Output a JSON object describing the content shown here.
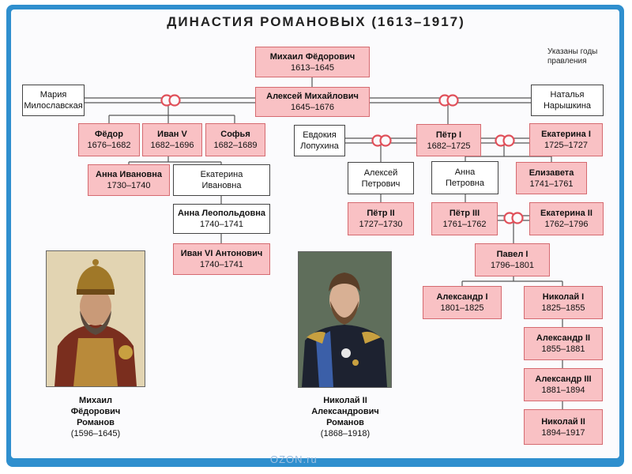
{
  "title": "ДИНАСТИЯ РОМАНОВЫХ (1613–1917)",
  "note": [
    "Указаны годы",
    "правления"
  ],
  "people": {
    "mikhail": {
      "name": "Михаил Фёдорович",
      "years": "1613–1645"
    },
    "alexei": {
      "name": "Алексей Михайлович",
      "years": "1645–1676"
    },
    "maria": {
      "name": "Мария",
      "name2": "Милославская"
    },
    "natalya": {
      "name": "Наталья",
      "name2": "Нарышкина"
    },
    "fedor": {
      "name": "Фёдор",
      "years": "1676–1682"
    },
    "ivan5": {
      "name": "Иван V",
      "years": "1682–1696"
    },
    "sofya": {
      "name": "Софья",
      "years": "1682–1689"
    },
    "evdokiya": {
      "name": "Евдокия",
      "name2": "Лопухина"
    },
    "petr1": {
      "name": "Пётр I",
      "years": "1682–1725"
    },
    "ekaterina1": {
      "name": "Екатерина I",
      "years": "1725–1727"
    },
    "anna_ivanovna": {
      "name": "Анна Ивановна",
      "years": "1730–1740"
    },
    "ekaterina_ivanovna": {
      "name": "Екатерина",
      "name2": "Ивановна"
    },
    "alexei_petrovich": {
      "name": "Алексей",
      "name2": "Петрович"
    },
    "anna_petrovna": {
      "name": "Анна",
      "name2": "Петровна"
    },
    "elizaveta": {
      "name": "Елизавета",
      "years": "1741–1761"
    },
    "anna_leopoldovna": {
      "name": "Анна Леопольдовна",
      "years": "1740–1741"
    },
    "petr2": {
      "name": "Пётр II",
      "years": "1727–1730"
    },
    "petr3": {
      "name": "Пётр III",
      "years": "1761–1762"
    },
    "ekaterina2": {
      "name": "Екатерина II",
      "years": "1762–1796"
    },
    "ivan6": {
      "name": "Иван VI Антонович",
      "years": "1740–1741"
    },
    "pavel1": {
      "name": "Павел I",
      "years": "1796–1801"
    },
    "alexander1": {
      "name": "Александр I",
      "years": "1801–1825"
    },
    "nikolai1": {
      "name": "Николай I",
      "years": "1825–1855"
    },
    "alexander2": {
      "name": "Александр II",
      "years": "1855–1881"
    },
    "alexander3": {
      "name": "Александр III",
      "years": "1881–1894"
    },
    "nikolai2": {
      "name": "Николай II",
      "years": "1894–1917"
    }
  },
  "portraits": {
    "left": {
      "line1": "Михаил",
      "line2": "Фёдорович",
      "line3": "Романов",
      "line4": "(1596–1645)"
    },
    "right": {
      "line1": "Николай II",
      "line2": "Александрович",
      "line3": "Романов",
      "line4": "(1868–1918)"
    }
  },
  "watermark": "OZON.ru",
  "colors": {
    "frame": "#2f8fce",
    "ruler_box": "#f9c1c4",
    "ruler_border": "#d56a70",
    "marriage_ring": "#e0505a"
  }
}
